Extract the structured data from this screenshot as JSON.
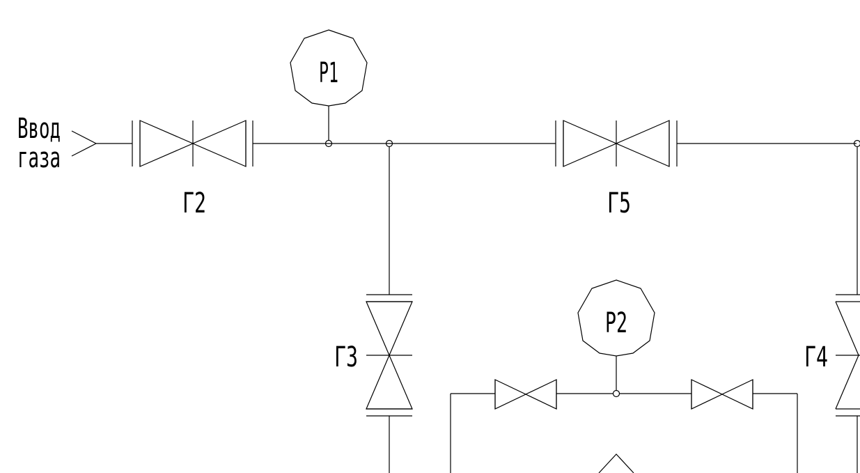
{
  "labels": {
    "inlet_line1": "Ввод",
    "inlet_line2": "газа",
    "valve_g2": "Г2",
    "valve_g3": "Г3",
    "valve_g4": "Г4",
    "valve_g5": "Г5",
    "gauge_p1": "P1",
    "gauge_p2": "P2"
  }
}
